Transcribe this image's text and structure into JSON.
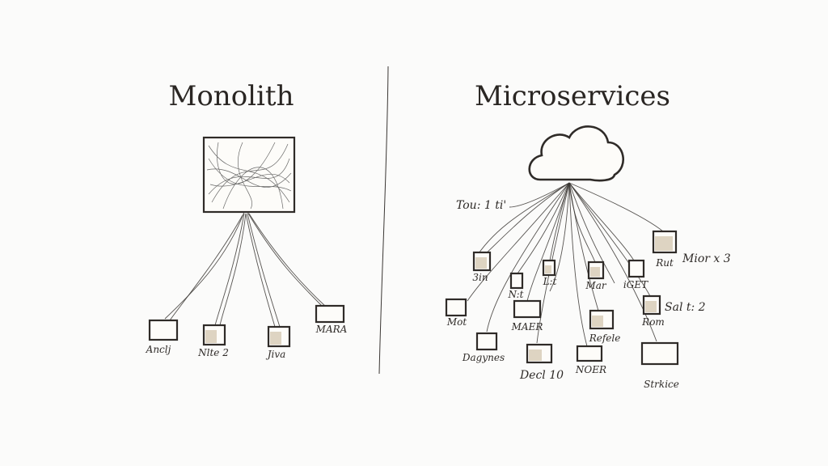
{
  "left": {
    "title": "Monolith",
    "services": [
      "Anclj",
      "Nlte 2",
      "Jiva",
      "MARA"
    ]
  },
  "right": {
    "title": "Microservices",
    "annotation": "Tou: 1 ti'",
    "services": [
      "3in",
      "N:t",
      "L:t",
      "Mar",
      "iGET",
      "Rut",
      "Mior x 3",
      "Mot",
      "MAER",
      "Refele",
      "Rom",
      "Sal t: 2",
      "Dagynes",
      "Decl 10",
      "NOER",
      "Strkice"
    ]
  },
  "colors": {
    "ink": "#2f2b28",
    "paper": "#fbfbfa",
    "box_tint": "#d8cdb9"
  }
}
